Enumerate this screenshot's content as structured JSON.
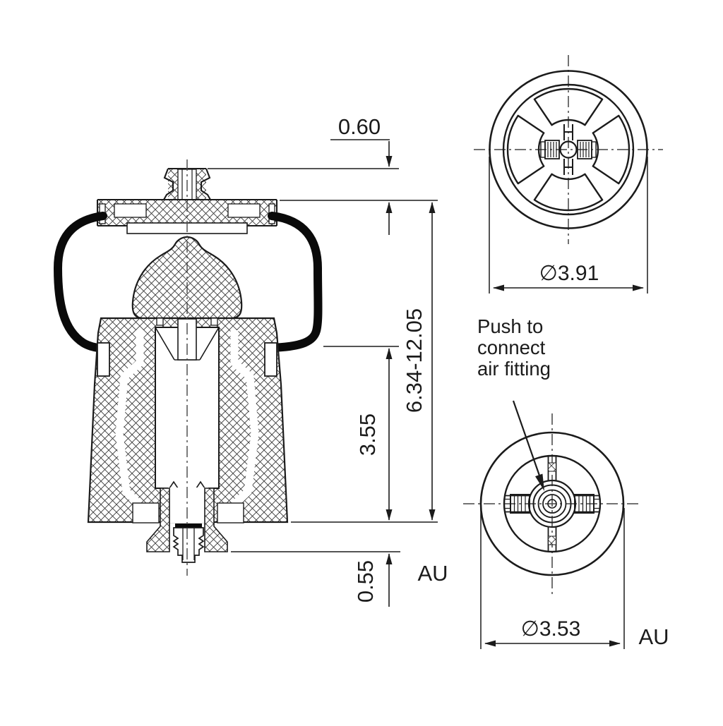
{
  "drawing": {
    "kind": "air-spring-technical-drawing",
    "line_color": "#1b1b1b",
    "background": "#ffffff",
    "section_view": {
      "dim_fitting_height": "0.60",
      "dim_overall_height": "6.34-12.05",
      "dim_piston_height": "3.55",
      "dim_stud_height": "0.55",
      "mount_code": "AU"
    },
    "top_view": {
      "dim_diameter": "∅3.91"
    },
    "bottom_view": {
      "callout_line1": "Push to",
      "callout_line2": "connect",
      "callout_line3": "air fitting",
      "dim_diameter": "∅3.53",
      "mount_code": "AU"
    }
  }
}
